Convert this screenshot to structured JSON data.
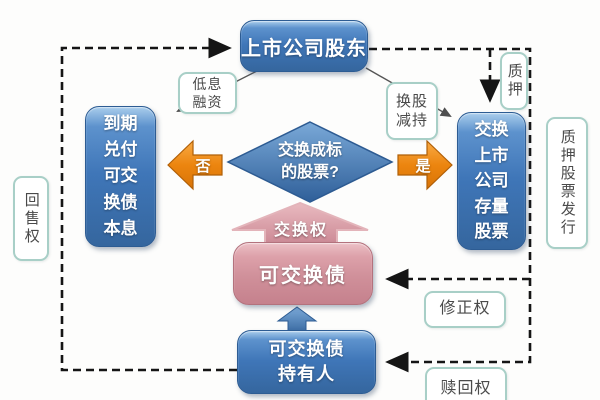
{
  "nodes": {
    "shareholder": {
      "label": "上市公司股东"
    },
    "maturity_payoff": {
      "label": "到期\n兑付\n可交\n换债\n本息"
    },
    "decision": {
      "label": "交换成标\n的股票?"
    },
    "exchange_listed_stock": {
      "label": "交换\n上市\n公司\n存量\n股票"
    },
    "exchangeable_bond": {
      "label": "可交换债"
    },
    "bond_holder": {
      "label": "可交换债\n持有人"
    }
  },
  "connector_labels": {
    "low_interest_financing": "低息\n融资",
    "swap_shares_reduction": "换股\n减持",
    "pledge": "质押",
    "pledged_stock_issue": "质押股票发行",
    "put_back_right": "回售权",
    "revision_right": "修正权",
    "redemption_right": "赎回权",
    "exchange_right": "交换权",
    "decision_no": "否",
    "decision_yes": "是"
  },
  "colors": {
    "node_blue": "#3f76b8",
    "node_pink": "#d0909a",
    "arrow_orange": "#e8820c",
    "label_border_teal": "#a8cfc7",
    "connector_black": "#1b1b1b"
  }
}
